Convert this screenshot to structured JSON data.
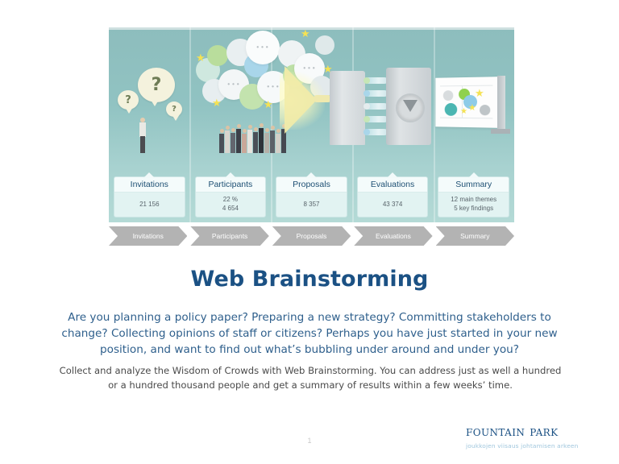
{
  "slide": {
    "title": "Web Brainstorming",
    "lead_paragraph": "Are you planning a policy paper? Preparing a new strategy? Committing stakeholders to change? Collecting opinions of staff or citizens? Perhaps you have just started in your new position, and want to find out what’s bubbling under around and under you?",
    "body_paragraph": "Collect and analyze the Wisdom of Crowds with Web Brainstorming. You can address just as well a hundred or a hundred thousand people and get a summary of results within a few weeks’ time.",
    "page_number": "1"
  },
  "illustration": {
    "alt": "five-stage web brainstorming process illustration",
    "question_marks": [
      "?",
      "?",
      "?"
    ],
    "bubble_dots": "•••",
    "stat_cards": [
      {
        "label": "Invitations",
        "lines": [
          "21 156"
        ]
      },
      {
        "label": "Participants",
        "lines": [
          "22 %",
          "4 654"
        ]
      },
      {
        "label": "Proposals",
        "lines": [
          "8 357"
        ]
      },
      {
        "label": "Evaluations",
        "lines": [
          "43 374"
        ]
      },
      {
        "label": "Summary",
        "lines": [
          "12 main themes",
          "5 key findings"
        ]
      }
    ]
  },
  "process_bar": {
    "steps": [
      {
        "label": "Invitations"
      },
      {
        "label": "Participants"
      },
      {
        "label": "Proposals"
      },
      {
        "label": "Evaluations"
      },
      {
        "label": "Summary"
      }
    ]
  },
  "brand": {
    "name": "Fountain Park",
    "tagline": "joukkojen viisaus johtamisen arkeen"
  },
  "colors": {
    "title_blue": "#1b5184",
    "lead_blue": "#2e5f8c",
    "body_gray": "#4a4a4a",
    "illustration_teal": "#91c3c2",
    "card_mint": "#e2f3f2",
    "chevron_gray": "#b3b3b3",
    "brand_blue": "#1b5184",
    "tagline_blue": "#9fc6dd",
    "page_number_gray": "#c9c9c9"
  }
}
